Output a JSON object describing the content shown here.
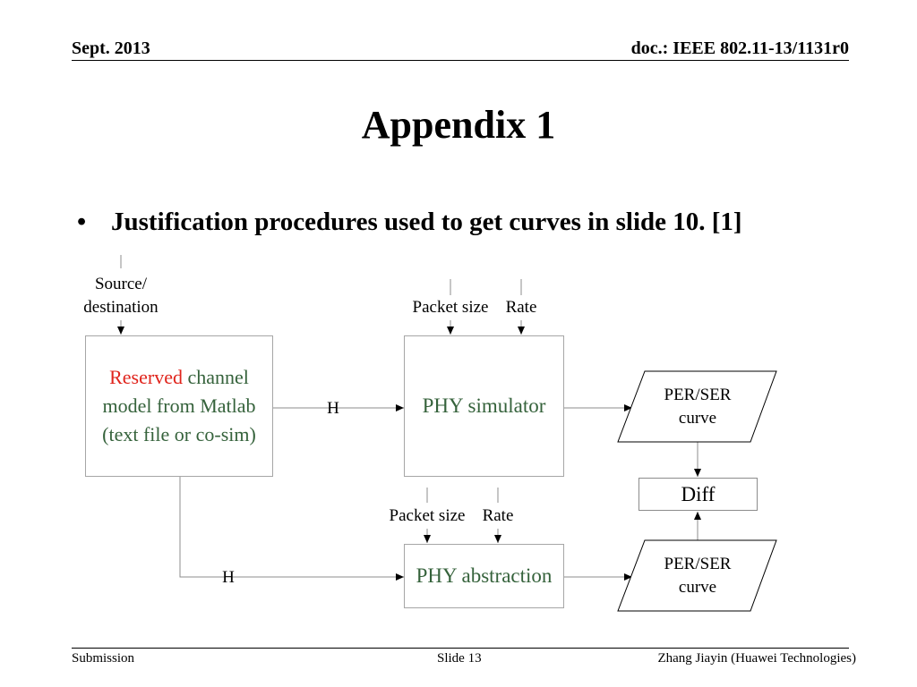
{
  "header": {
    "date": "Sept. 2013",
    "doc": "doc.: IEEE 802.11-13/1131r0"
  },
  "title": "Appendix 1",
  "bullet": {
    "marker": "•",
    "text": "Justification procedures used to get curves in slide 10.  [1]"
  },
  "diagram": {
    "source_label_1": "Source/",
    "source_label_2": "destination",
    "channel_box": {
      "reserved": "Reserved",
      "line1_rest": " channel",
      "line2": "model from Matlab",
      "line3": "(text file or co-sim)"
    },
    "h_label_top": "H",
    "h_label_bottom": "H",
    "phy_sim": {
      "label": "PHY simulator",
      "packet_size": "Packet size",
      "rate": "Rate"
    },
    "phy_abs": {
      "label": "PHY abstraction",
      "packet_size": "Packet size",
      "rate": "Rate"
    },
    "per_ser_top": {
      "line1": "PER/SER",
      "line2": "curve"
    },
    "per_ser_bottom": {
      "line1": "PER/SER",
      "line2": "curve"
    },
    "diff": "Diff"
  },
  "footer": {
    "left": "Submission",
    "center": "Slide 13",
    "right": "Zhang Jiayin (Huawei Technologies)"
  },
  "colors": {
    "text_green": "#35623b",
    "reserved_red": "#e0241c",
    "box_border": "#a6a6a6"
  }
}
